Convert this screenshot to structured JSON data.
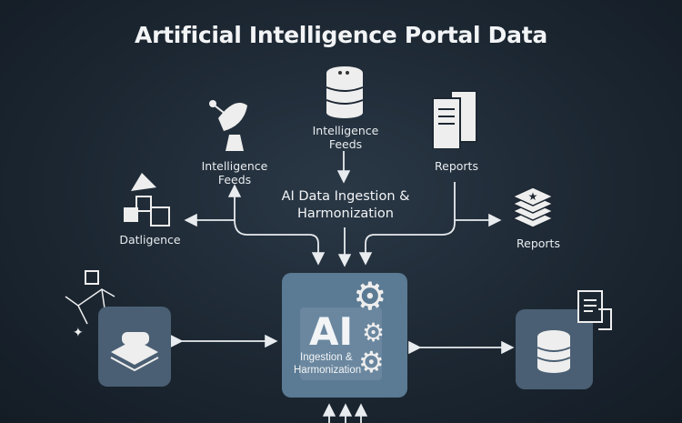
{
  "title": "Artificial Intelligence Portal Data",
  "nodes": {
    "feeds_left": {
      "label1": "Intelligence",
      "label2": "Feeds"
    },
    "feeds_top": {
      "label1": "Intelligence",
      "label2": "Feeds"
    },
    "reports_top": {
      "label": "Reports"
    },
    "datligence": {
      "label": "Datligence"
    },
    "reports_right": {
      "label": "Reports"
    }
  },
  "process": {
    "line1": "AI Data Ingestion &",
    "line2": "Harmonization"
  },
  "center": {
    "big": "AI",
    "line1": "Ingestion &",
    "line2": "Harmonization"
  },
  "colors": {
    "background": "#1c2732",
    "center_box": "#5b7a93",
    "side_box": "#4a5f73"
  }
}
